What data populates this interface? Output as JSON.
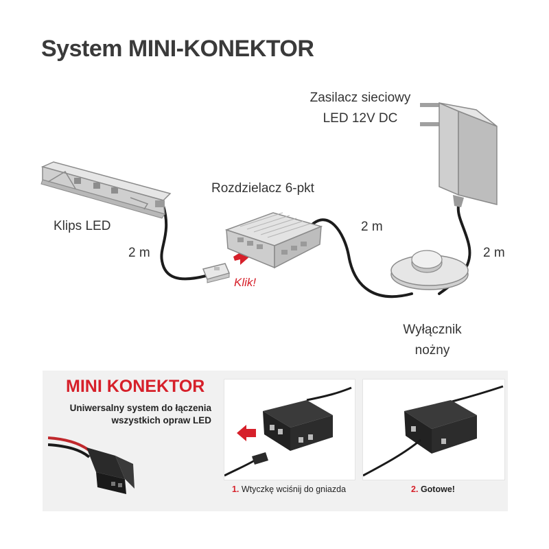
{
  "title": "System MINI-KONEKTOR",
  "labels": {
    "power_supply_line1": "Zasilacz sieciowy",
    "power_supply_line2": "LED 12V DC",
    "distributor": "Rozdzielacz 6-pkt",
    "clip": "Klips LED",
    "length_clip": "2 m",
    "length_middle": "2 m",
    "length_right": "2 m",
    "klik": "Klik!",
    "switch_line1": "Wyłącznik",
    "switch_line2": "nożny"
  },
  "mini_konektor": {
    "title": "MINI KONEKTOR",
    "desc_line1": "Uniwersalny system do łączenia",
    "desc_line2": "wszystkich opraw LED"
  },
  "steps": [
    {
      "num": "1.",
      "text": "Wtyczkę wciśnij do gniazda"
    },
    {
      "num": "2.",
      "text": "Gotowe!"
    }
  ],
  "colors": {
    "accent": "#d6202a",
    "cable": "#1c1c1c",
    "device_grey": "#d9d9d9"
  }
}
